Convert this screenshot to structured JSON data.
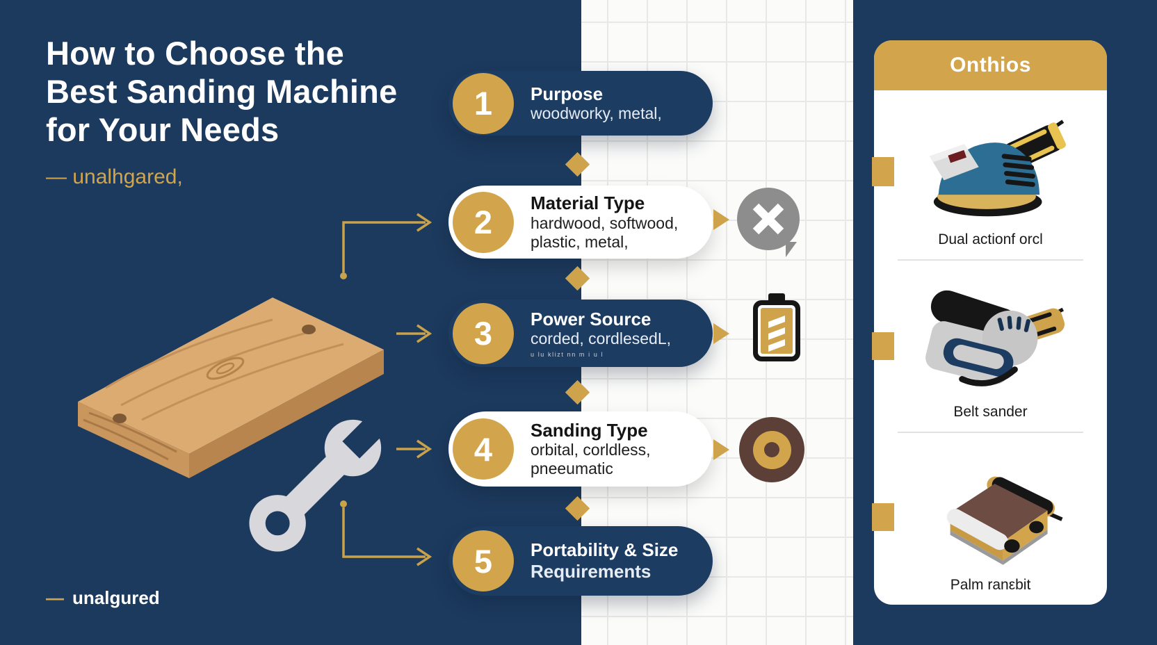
{
  "colors": {
    "navy": "#1c3a5e",
    "gold": "#cfa24c",
    "pad_gold": "#d9b35c",
    "icon_gray": "#8d8d8d",
    "disc_brown": "#5c4037",
    "sander_teal": "#2d6f94",
    "wood_tan": "#dcab71"
  },
  "title": {
    "lines": [
      "How to Choose the",
      "Best Sanding Machine",
      "for Your Needs"
    ]
  },
  "subtitle": "— unalhgared,",
  "footer": {
    "dash": "—",
    "label": "unalgured"
  },
  "steps": [
    {
      "number": "1",
      "variant": "navy",
      "title": "Purpose",
      "line1": "woodworky, metal,",
      "line2": "",
      "fineprint": ""
    },
    {
      "number": "2",
      "variant": "white",
      "title": "Material Type",
      "line1": "hardwood, softwood,",
      "line2": "plastic, metal,",
      "fineprint": ""
    },
    {
      "number": "3",
      "variant": "navy",
      "title": "Power Source",
      "line1": "corded, cordlesedL,",
      "line2": "",
      "fineprint": "u lu klizt nn m i u l"
    },
    {
      "number": "4",
      "variant": "white",
      "title": "Sanding Type",
      "line1": "orbital, corldless,",
      "line2": "pneeumatic",
      "fineprint": ""
    },
    {
      "number": "5",
      "variant": "navy",
      "title": "Portability & Size",
      "line1": "Requirements",
      "line2": "",
      "fineprint": ""
    }
  ],
  "icons": {
    "step2": "x-circle-icon",
    "step3": "battery-icon",
    "step4": "sanding-disc-icon"
  },
  "panel": {
    "header": "Onthios",
    "products": [
      {
        "label": "Dual actionf orcl",
        "illustration": "dual-action-orbital-sander"
      },
      {
        "label": "Belt sander",
        "illustration": "belt-sander"
      },
      {
        "label": "Palm ranεbit",
        "illustration": "palm-belt-sander"
      }
    ]
  }
}
